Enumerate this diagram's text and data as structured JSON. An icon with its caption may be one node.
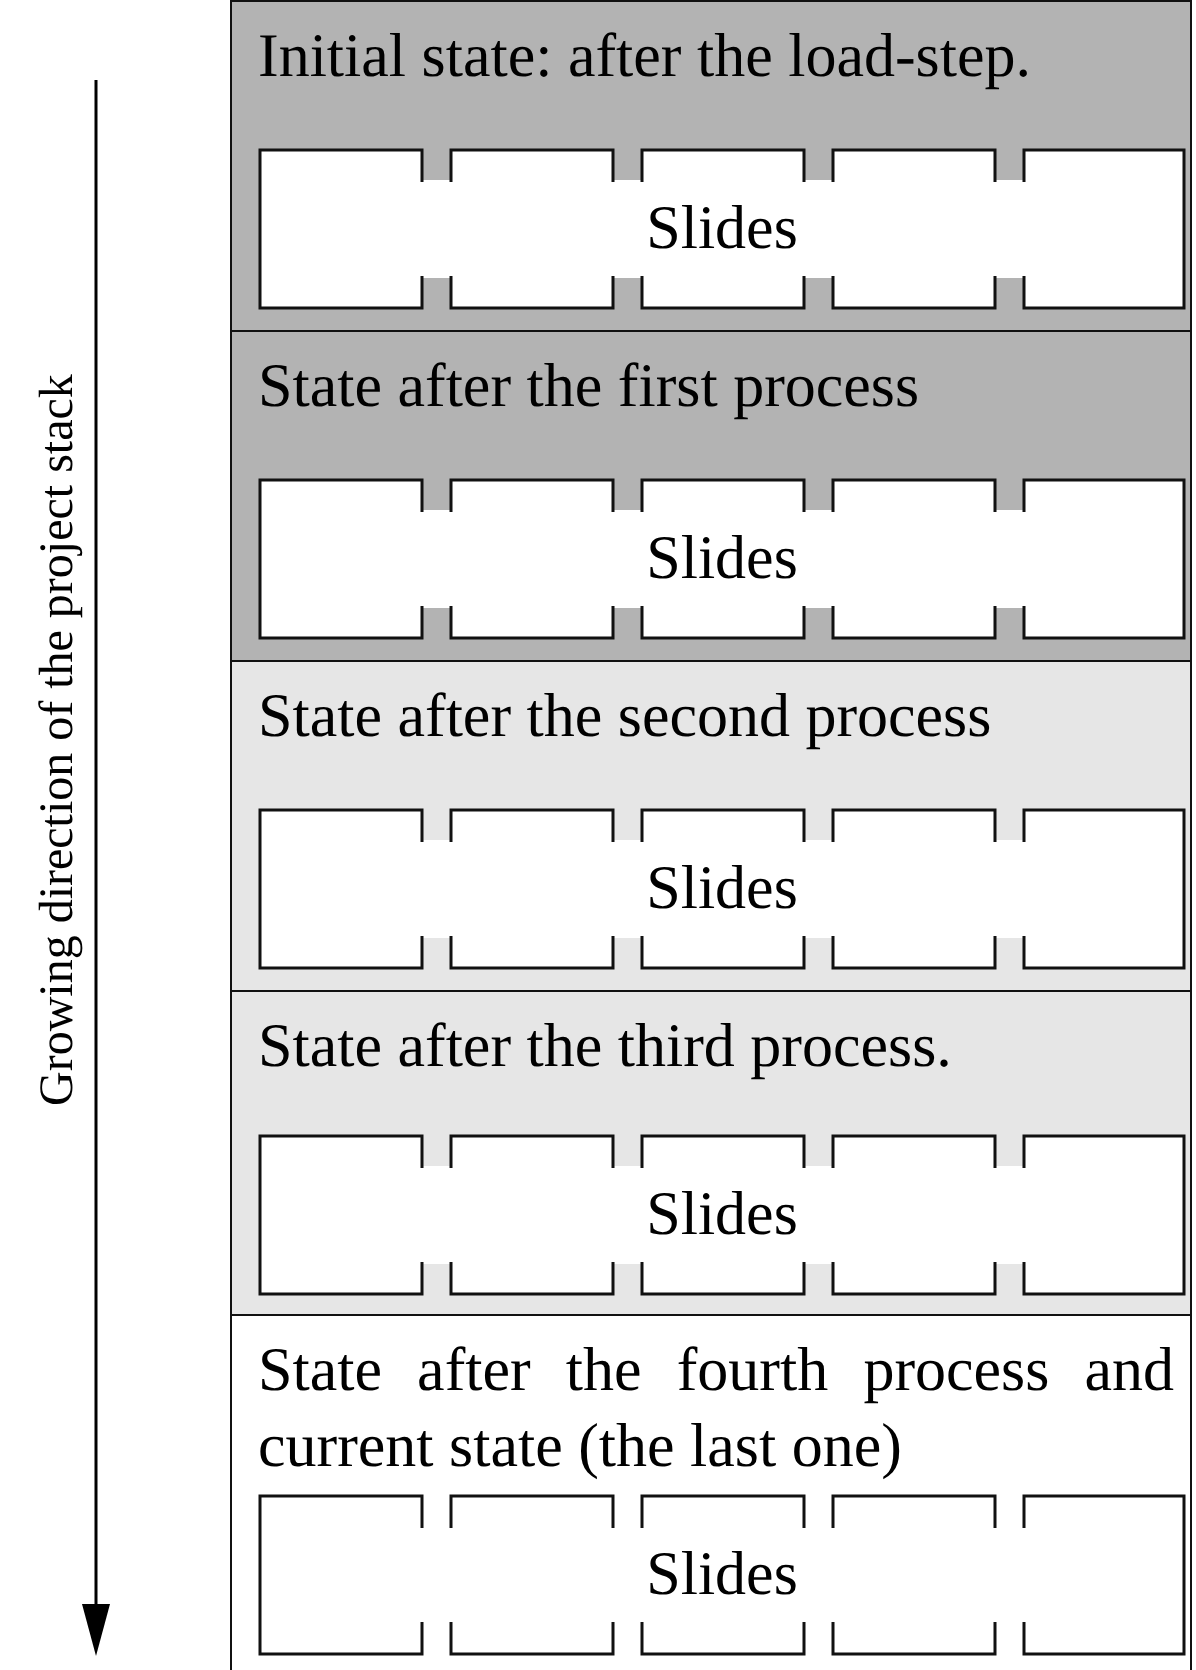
{
  "diagram": {
    "nodes": [
      {
        "text": [
          "Initial state: after the load-step."
        ]
      },
      {
        "text": [
          "Slides"
        ],
        "in": 0
      },
      {
        "text": [
          "State after the first process"
        ]
      },
      {
        "text": [
          "Slides"
        ],
        "in": 2
      },
      {
        "text": [
          "State after the second process"
        ]
      },
      {
        "text": [
          "Slides"
        ],
        "in": 4
      },
      {
        "text": [
          "State after the third process."
        ]
      },
      {
        "text": [
          "Slides"
        ],
        "in": 6
      },
      {
        "text": [
          "State after the fourth process and current state (the last one)"
        ]
      },
      {
        "text": [
          "Slides"
        ],
        "in": 8
      }
    ],
    "edges": [],
    "labels": [
      "Growing direction of the project stack"
    ]
  }
}
